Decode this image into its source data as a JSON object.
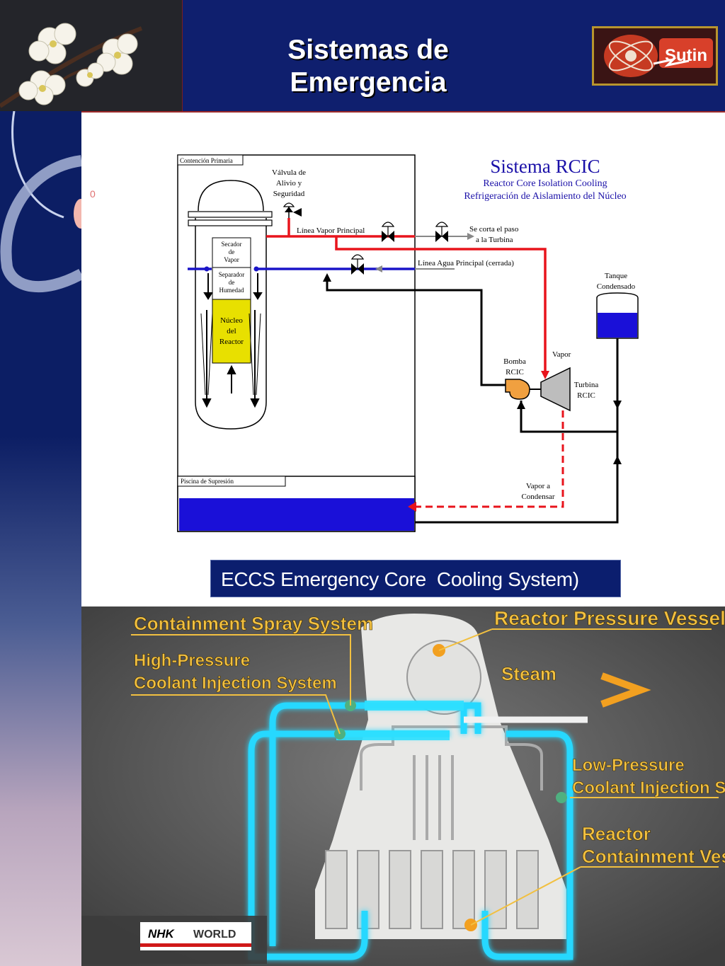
{
  "header": {
    "title_line1": "Sistemas de",
    "title_line2": "Emergencia",
    "logo_text": "Sutin"
  },
  "slide_marker": "0",
  "rcic_diagram": {
    "title": "Sistema RCIC",
    "subtitle_en": "Reactor Core Isolation Cooling",
    "subtitle_es": "Refrigeración de Aislamiento del Núcleo",
    "primary_containment": "Contención Primaria",
    "relief_valve": [
      "Válvula de",
      "Alivio y",
      "Seguridad"
    ],
    "steam_line": "Línea Vapor Principal",
    "turbine_cut": [
      "Se corta el paso",
      "a la Turbina"
    ],
    "water_line": "Línea Agua Principal (cerrada)",
    "dryer": [
      "Secador",
      "de",
      "Vapor"
    ],
    "separator": [
      "Separador",
      "de",
      "Humedad"
    ],
    "core": [
      "Núcleo",
      "del",
      "Reactor"
    ],
    "condensate_tank": [
      "Tanque",
      "Condensado"
    ],
    "vapor": "Vapor",
    "pump": [
      "Bomba",
      "RCIC"
    ],
    "turbine": [
      "Turbina",
      "RCIC"
    ],
    "steam_to_condense": [
      "Vapor a",
      "Condensar"
    ],
    "suppression_pool": "Piscina de Supresión",
    "colors": {
      "steam": "#e8141c",
      "water": "#1a14c8",
      "core": "#e8e000",
      "pump": "#f0a040",
      "title": "#1a10a8"
    }
  },
  "eccs_label": "ECCS Emergency Core  Cooling System)",
  "photo": {
    "containment_spray": "Containment Spray System",
    "hp_injection": [
      "High-Pressure",
      "Coolant Injection System"
    ],
    "rpv": "Reactor Pressure Vessel",
    "steam": "Steam",
    "lp_injection": [
      "Low-Pressure",
      "Coolant Injection System"
    ],
    "containment_vessel": [
      "Reactor",
      "Containment Vessel"
    ],
    "nhk_logo": "NHK",
    "nhk_world": "WORLD",
    "colors": {
      "label": "#f2c040",
      "pipe": "#27d8ff",
      "steam": "#ff66ff"
    }
  }
}
